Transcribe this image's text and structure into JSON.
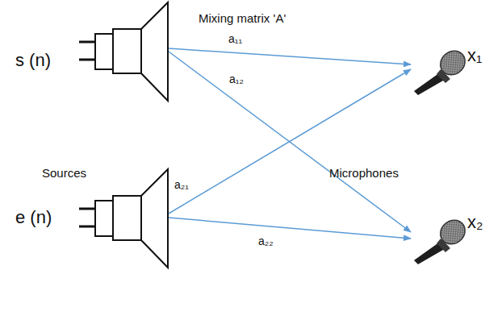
{
  "diagram": {
    "nodes": [
      {
        "text": [
          "s (n)"
        ]
      },
      {
        "text": [
          "e (n)"
        ]
      },
      {
        "text": [
          "x₁"
        ]
      },
      {
        "text": [
          "x₂"
        ]
      }
    ],
    "edges": [
      {
        "from": 0,
        "to": 2,
        "label": "a₁₁",
        "arrow": "to"
      },
      {
        "from": 0,
        "to": 3,
        "label": "a₁₂",
        "arrow": "to"
      },
      {
        "from": 1,
        "to": 2,
        "label": "a₂₁",
        "arrow": "to"
      },
      {
        "from": 1,
        "to": 3,
        "label": "a₂₂",
        "arrow": "to"
      }
    ],
    "labels": [
      "Mixing matrix 'A'",
      "Sources",
      "Microphones"
    ]
  }
}
